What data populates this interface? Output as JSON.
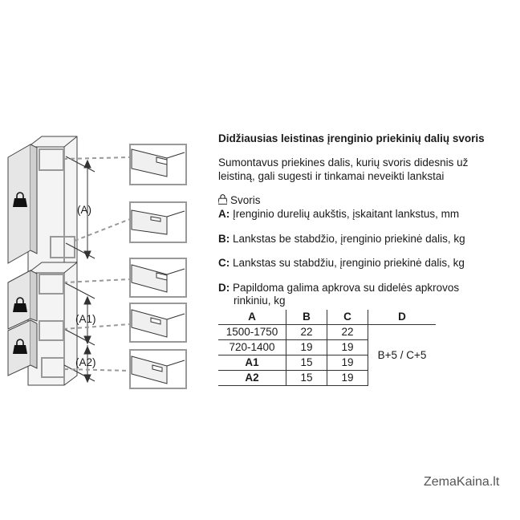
{
  "heading": "Didžiausias leistinas įrenginio priekinių dalių svoris",
  "intro": {
    "line1": "Sumontavus priekines dalis, kurių svoris didesnis už",
    "line2": "leistiną, gali sugesti ir tinkamai neveikti lankstai"
  },
  "legend": {
    "weight_label": "Svoris",
    "a_key": "A:",
    "a_text": "Įrenginio durelių aukštis, įskaitant lankstus, mm",
    "b_key": "B:",
    "b_text": "Lankstas be stabdžio, įrenginio priekinė dalis, kg",
    "c_key": "C:",
    "c_text": "Lankstas su stabdžiu, įrenginio priekinė dalis, kg",
    "d_key": "D:",
    "d_text_line1": "Papildoma galima apkrova su didelės apkrovos",
    "d_text_line2": "rinkiniu, kg"
  },
  "table": {
    "headers": [
      "A",
      "B",
      "C",
      "D"
    ],
    "rows": [
      {
        "a": "1500-1750",
        "b": "22",
        "c": "22"
      },
      {
        "a": "720-1400",
        "b": "19",
        "c": "19"
      },
      {
        "a": "A1",
        "b": "15",
        "c": "19"
      },
      {
        "a": "A2",
        "b": "15",
        "c": "19"
      }
    ],
    "d_value": "B+5 / C+5"
  },
  "diagram": {
    "label_a": "(A)",
    "label_a1": "(A1)",
    "label_a2": "(A2)"
  },
  "watermark": "ZemaKaina.lt"
}
